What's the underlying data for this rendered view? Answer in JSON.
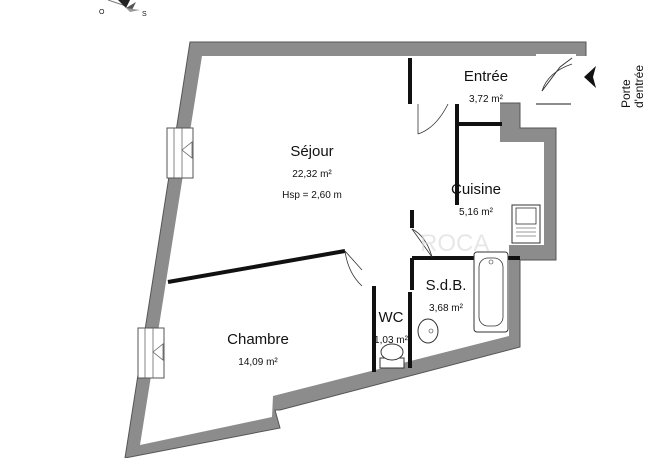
{
  "compass": {
    "letters": [
      "O",
      "S"
    ]
  },
  "entry": {
    "line1": "Porte",
    "line2": "d'entrée"
  },
  "rooms": {
    "sejour": {
      "name": "Séjour",
      "area": "22,32 m²",
      "height": "Hsp = 2,60 m"
    },
    "entree": {
      "name": "Entrée",
      "area": "3,72 m²"
    },
    "cuisine": {
      "name": "Cuisine",
      "area": "5,16 m²"
    },
    "sdb": {
      "name": "S.d.B.",
      "area": "3,68 m²"
    },
    "wc": {
      "name": "WC",
      "area": "1,03 m²"
    },
    "chambre": {
      "name": "Chambre",
      "area": "14,09 m²"
    }
  },
  "colors": {
    "wall": "#8c8c8c",
    "wall_edge": "#555555",
    "inner_wall": "#111111"
  }
}
